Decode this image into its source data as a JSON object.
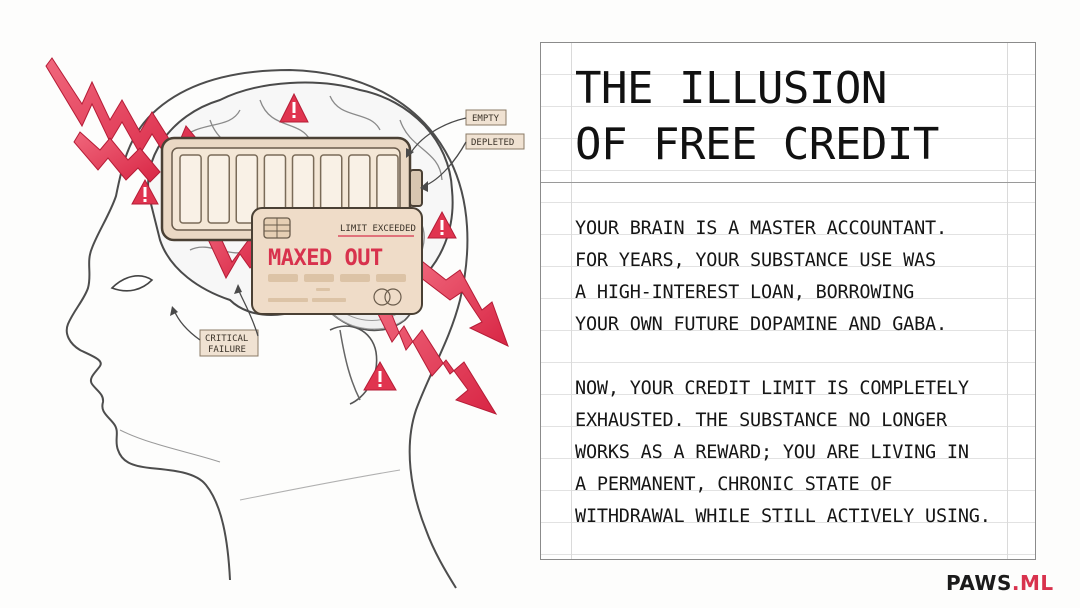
{
  "illustration": {
    "card_limit": "LIMIT EXCEEDED",
    "card_status": "MAXED OUT",
    "tag_empty": "EMPTY",
    "tag_depleted": "DEPLETED",
    "tag_critical_line1": "CRITICAL",
    "tag_critical_line2": "FAILURE",
    "battery_cells": 8,
    "colors": {
      "alert_red": "#e0344f",
      "card_beige": "#efdcc8",
      "ink": "#4a4a4a"
    },
    "icons": [
      "warning-icon",
      "down-trend-arrow-icon",
      "chip-icon",
      "battery-icon"
    ]
  },
  "panel": {
    "title_lines": [
      "THE ILLUSION",
      "OF FREE CREDIT"
    ],
    "paragraph1": [
      "YOUR BRAIN IS A MASTER ACCOUNTANT.",
      "FOR YEARS, YOUR SUBSTANCE USE WAS",
      "A HIGH-INTEREST LOAN, BORROWING",
      "YOUR OWN FUTURE DOPAMINE AND GABA."
    ],
    "paragraph2": [
      "NOW, YOUR CREDIT LIMIT IS COMPLETELY",
      "EXHAUSTED. THE SUBSTANCE NO LONGER",
      "WORKS AS A REWARD; YOU ARE LIVING IN",
      "A PERMANENT, CHRONIC STATE OF",
      "WITHDRAWAL WHILE STILL ACTIVELY USING."
    ]
  },
  "brand": {
    "name": "PAWS",
    "suffix": ".ML"
  }
}
